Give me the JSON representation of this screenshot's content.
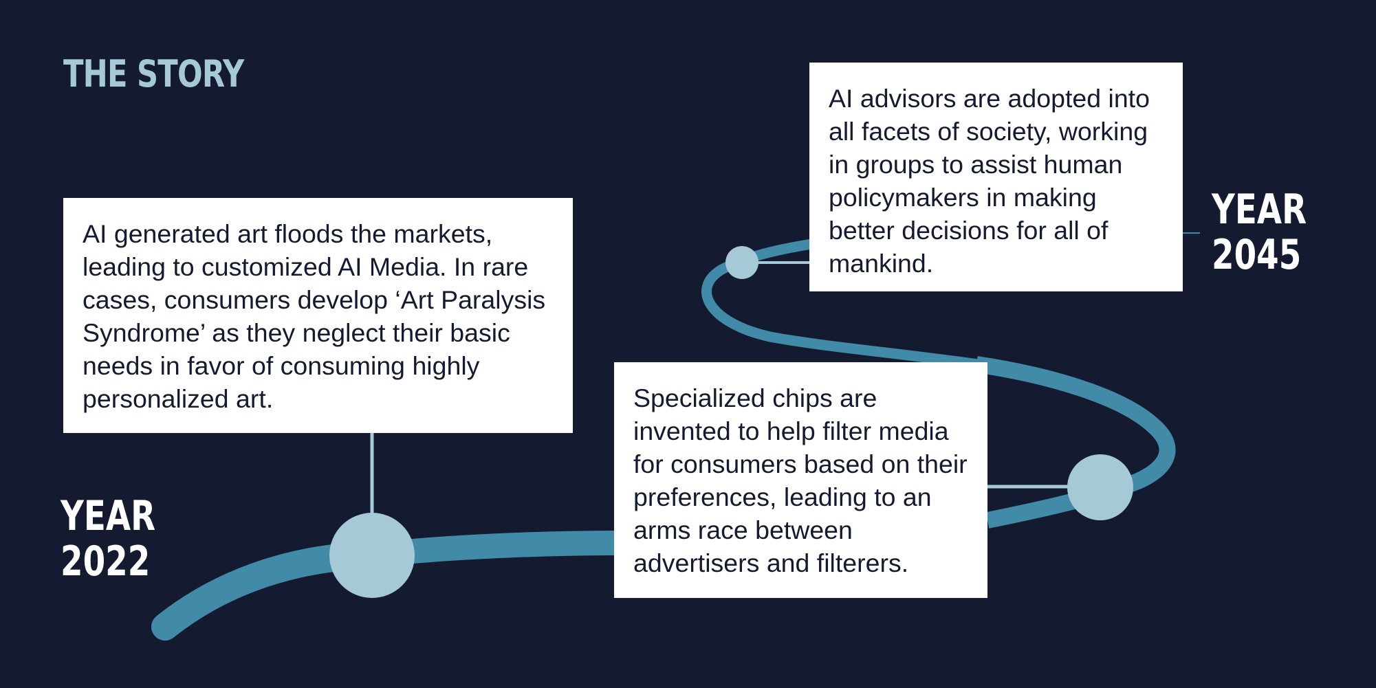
{
  "title": "THE STORY",
  "years": {
    "start": {
      "label": "YEAR",
      "value": "2022"
    },
    "end": {
      "label": "YEAR",
      "value": "2045"
    }
  },
  "events": [
    {
      "id": "art",
      "text": "AI generated art floods the markets, leading to customized AI Media. In rare cases, consumers develop ‘Art Paralysis Syndrome’ as they neglect their basic needs in favor of consuming highly personalized art."
    },
    {
      "id": "chips",
      "text": "Specialized chips are invented to help filter media for consumers based on their preferences, leading to an arms race between advertisers and filterers."
    },
    {
      "id": "advisors",
      "text": "AI advisors are adopted into all facets of society, working in groups to assist human policymakers in making better decisions for all of mankind."
    }
  ],
  "colors": {
    "background": "#141a2f",
    "path": "#418aa8",
    "node": "#a5c9d6",
    "card": "#ffffff",
    "text": "#141a2f",
    "title": "#a5c9d6",
    "year": "#ffffff"
  }
}
